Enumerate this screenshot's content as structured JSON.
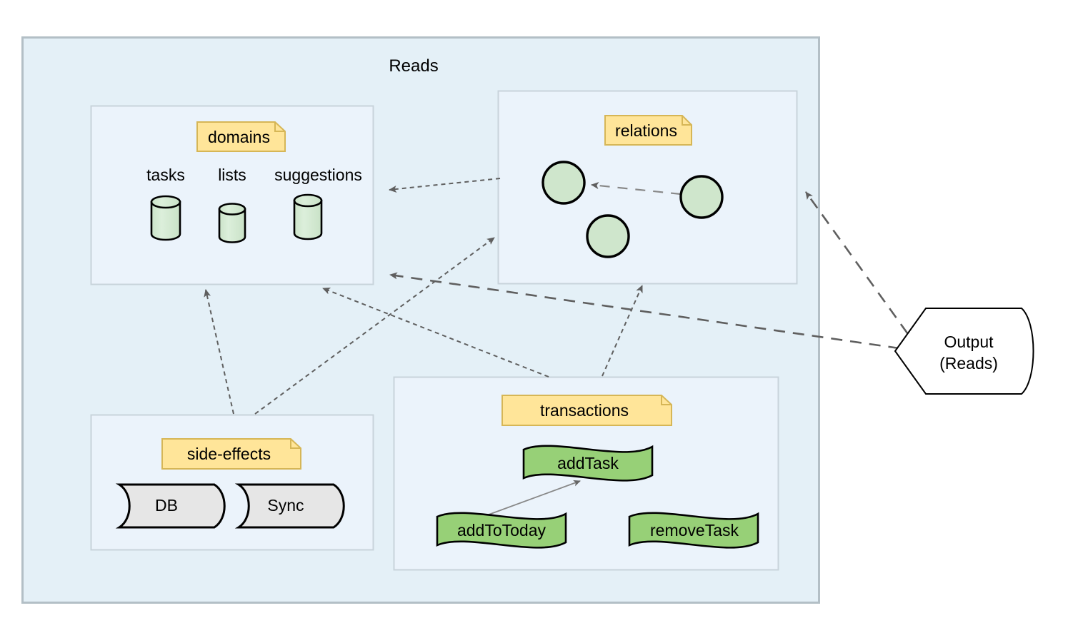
{
  "diagram": {
    "type": "architecture-flow-diagram",
    "container": {
      "title": "Reads",
      "fill": "#e4f0f7",
      "stroke": "#b3bfc6"
    },
    "groups": [
      {
        "id": "domains",
        "note_label": "domains",
        "note_fill": "#ffe599",
        "note_stroke": "#d6b656",
        "box_fill": "#ebf3fb",
        "box_stroke": "#c8d3db",
        "items": [
          {
            "label": "tasks",
            "shape": "cylinder",
            "fill": "#d5e8d4",
            "stroke": "#000000"
          },
          {
            "label": "lists",
            "shape": "cylinder",
            "fill": "#d5e8d4",
            "stroke": "#000000"
          },
          {
            "label": "suggestions",
            "shape": "cylinder",
            "fill": "#d5e8d4",
            "stroke": "#000000"
          }
        ]
      },
      {
        "id": "relations",
        "note_label": "relations",
        "note_fill": "#ffe599",
        "note_stroke": "#d6b656",
        "box_fill": "#ebf3fb",
        "box_stroke": "#c8d3db",
        "items": [
          {
            "label": "",
            "shape": "circle",
            "fill": "#d5e8d4",
            "stroke": "#000000"
          },
          {
            "label": "",
            "shape": "circle",
            "fill": "#d5e8d4",
            "stroke": "#000000"
          },
          {
            "label": "",
            "shape": "circle",
            "fill": "#d5e8d4",
            "stroke": "#000000"
          }
        ]
      },
      {
        "id": "side-effects",
        "note_label": "side-effects",
        "note_fill": "#ffe599",
        "note_stroke": "#d6b656",
        "box_fill": "#ebf3fb",
        "box_stroke": "#c8d3db",
        "items": [
          {
            "label": "DB",
            "shape": "tape",
            "fill": "#e6e6e6",
            "stroke": "#000000"
          },
          {
            "label": "Sync",
            "shape": "tape",
            "fill": "#e6e6e6",
            "stroke": "#000000"
          }
        ]
      },
      {
        "id": "transactions",
        "note_label": "transactions",
        "note_fill": "#ffe599",
        "note_stroke": "#d6b656",
        "box_fill": "#ebf3fb",
        "box_stroke": "#c8d3db",
        "items": [
          {
            "label": "addTask",
            "shape": "wave",
            "fill": "#97d077",
            "stroke": "#000000"
          },
          {
            "label": "addToToday",
            "shape": "wave",
            "fill": "#97d077",
            "stroke": "#000000"
          },
          {
            "label": "removeTask",
            "shape": "wave",
            "fill": "#97d077",
            "stroke": "#000000"
          }
        ]
      }
    ],
    "output_node": {
      "line1": "Output",
      "line2": "(Reads)",
      "shape": "pointed-left-bulge-right",
      "fill": "#ffffff",
      "stroke": "#000000"
    },
    "edges": [
      {
        "from": "relations-circle-right",
        "to": "relations-circle-left",
        "style": "dashed",
        "arrow": "end"
      },
      {
        "from": "relations",
        "to": "domains",
        "style": "dotted",
        "arrow": "end"
      },
      {
        "from": "output",
        "to": "relations",
        "style": "dashed-long",
        "arrow": "end"
      },
      {
        "from": "output",
        "to": "domains",
        "style": "dashed-long",
        "arrow": "end"
      },
      {
        "from": "side-effects",
        "to": "domains",
        "style": "dotted",
        "arrow": "end"
      },
      {
        "from": "side-effects",
        "to": "relations",
        "style": "dotted",
        "arrow": "end"
      },
      {
        "from": "transactions",
        "to": "domains",
        "style": "dotted",
        "arrow": "end"
      },
      {
        "from": "transactions",
        "to": "relations",
        "style": "dotted",
        "arrow": "end"
      },
      {
        "from": "addToToday",
        "to": "addTask",
        "style": "solid",
        "arrow": "end"
      }
    ],
    "edge_color": "#5f5f5f"
  }
}
